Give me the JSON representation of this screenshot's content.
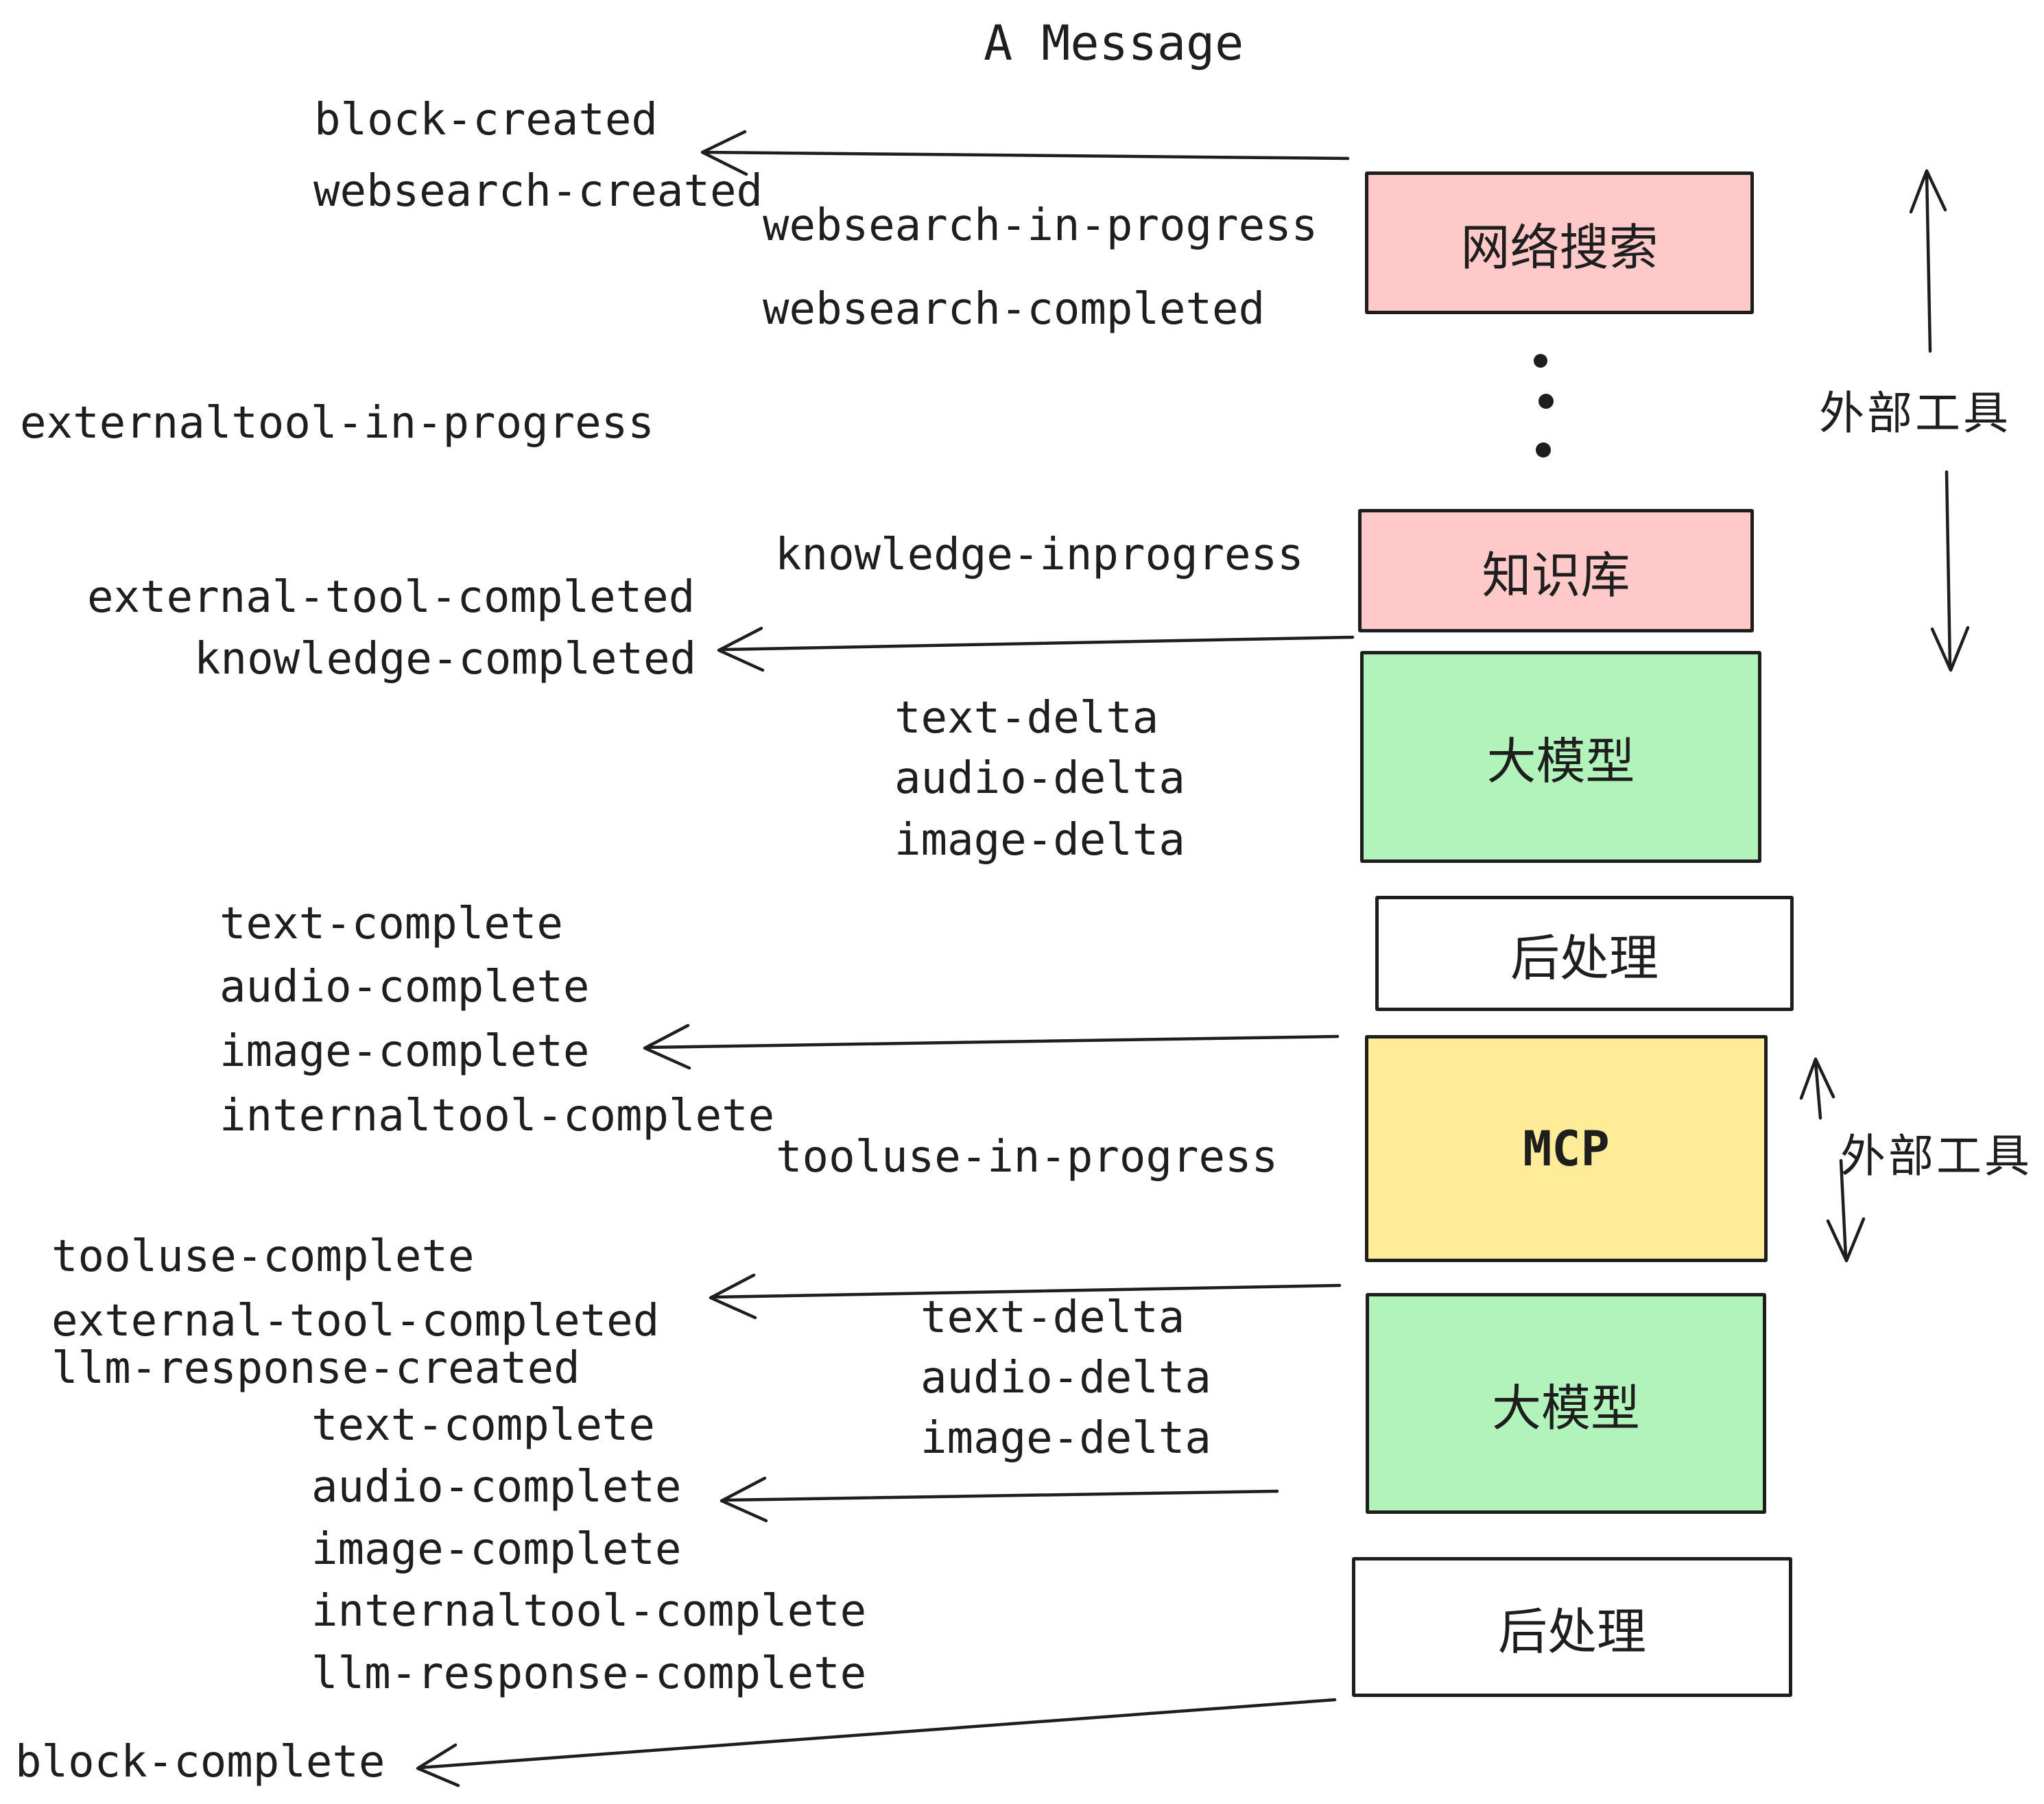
{
  "title": "A Message",
  "boxes": {
    "websearch": "网络搜索",
    "knowledge": "知识库",
    "llm1": "大模型",
    "post1": "后处理",
    "mcp": "MCP",
    "llm2": "大模型",
    "post2": "后处理"
  },
  "side_labels": {
    "external_tools_top": "外部工具",
    "external_tools_mcp": "外部工具"
  },
  "events": {
    "block_created": "block-created",
    "websearch_created": "websearch-created",
    "websearch_in_progress": "websearch-in-progress",
    "websearch_completed": "websearch-completed",
    "externaltool_in_progress": "externaltool-in-progress",
    "knowledge_inprogress": "knowledge-inprogress",
    "external_tool_completed_1": "external-tool-completed",
    "knowledge_completed": "knowledge-completed",
    "text_delta_1": "text-delta",
    "audio_delta_1": "audio-delta",
    "image_delta_1": "image-delta",
    "text_complete_1": "text-complete",
    "audio_complete_1": "audio-complete",
    "image_complete_1": "image-complete",
    "internaltool_complete_1": "internaltool-complete",
    "tooluse_in_progress": "tooluse-in-progress",
    "tooluse_complete": "tooluse-complete",
    "external_tool_completed_2": "external-tool-completed",
    "llm_response_created": "llm-response-created",
    "text_delta_2": "text-delta",
    "audio_delta_2": "audio-delta",
    "image_delta_2": "image-delta",
    "text_complete_2": "text-complete",
    "audio_complete_2": "audio-complete",
    "image_complete_2": "image-complete",
    "internaltool_complete_2": "internaltool-complete",
    "llm_response_complete": "llm-response-complete",
    "block_complete": "block-complete"
  },
  "colors": {
    "pink": "#ffc9c9",
    "green": "#b2f2bb",
    "yellow": "#ffec99",
    "white": "#ffffff",
    "stroke": "#1e1e1e",
    "background": "#ffffff"
  }
}
